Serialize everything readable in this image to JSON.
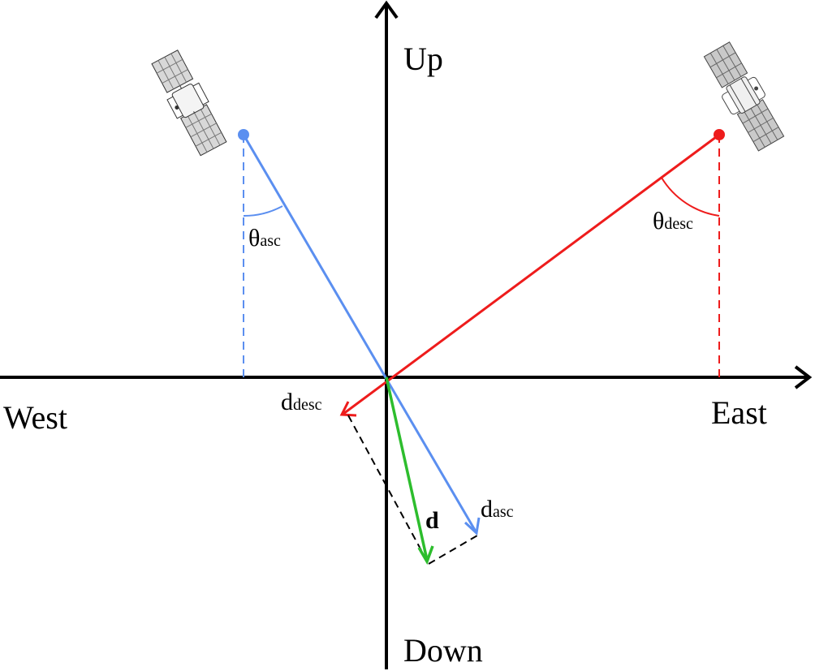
{
  "axes": {
    "up": "Up",
    "down": "Down",
    "west": "West",
    "east": "East"
  },
  "angles": {
    "asc": {
      "symbol": "θ",
      "subscript": "asc"
    },
    "desc": {
      "symbol": "θ",
      "subscript": "desc"
    }
  },
  "vectors": {
    "d_desc": {
      "main": "d",
      "subscript": "desc"
    },
    "d_asc": {
      "main": "d",
      "subscript": "asc"
    },
    "d": {
      "main": "d"
    }
  },
  "satellites": [
    {
      "name": "ascending",
      "icon": "satellite-icon"
    },
    {
      "name": "descending",
      "icon": "satellite-icon"
    }
  ],
  "colors": {
    "ascending": "#5b8ff0",
    "descending": "#ee1c1c",
    "displacement": "#2dbd2d",
    "axes": "#000000",
    "construction": "#000000"
  }
}
